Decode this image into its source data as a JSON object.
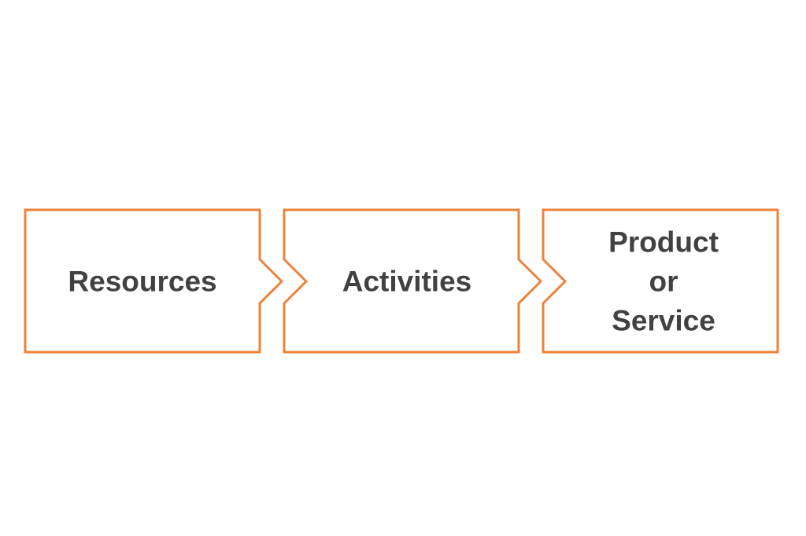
{
  "diagram": {
    "stroke_color": "#EF823A",
    "text_color": "#414141",
    "steps": [
      {
        "lines": [
          "Resources"
        ]
      },
      {
        "lines": [
          "Activities"
        ]
      },
      {
        "lines": [
          "Product",
          "or",
          "Service"
        ]
      }
    ]
  }
}
